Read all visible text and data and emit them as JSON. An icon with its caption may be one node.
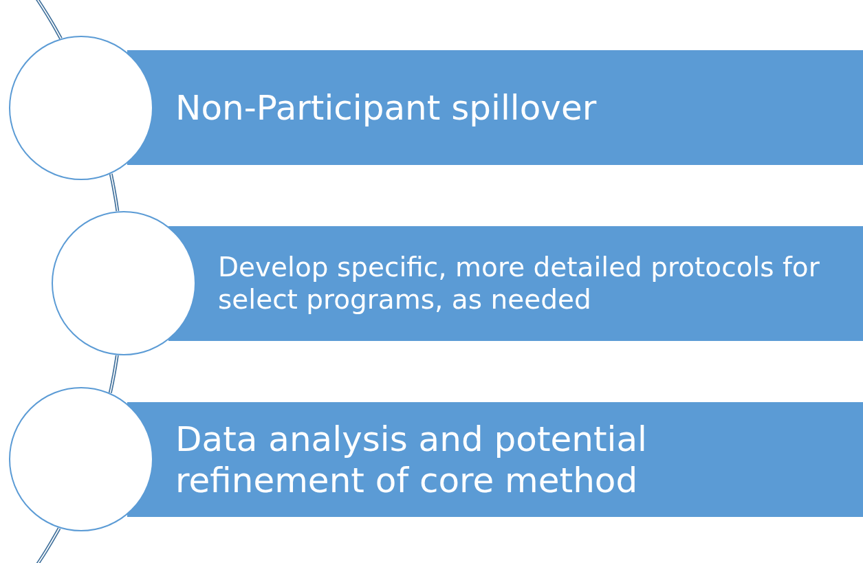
{
  "diagram": {
    "nodes": [
      {
        "text": [],
        "shape": "circle"
      },
      {
        "text": [
          "Non-Participant spillover"
        ]
      },
      {
        "text": [],
        "shape": "circle"
      },
      {
        "text": [
          "Develop specific, more detailed protocols for select programs, as needed"
        ]
      },
      {
        "text": [],
        "shape": "circle"
      },
      {
        "text": [
          "Data analysis and potential refinement of core method"
        ]
      }
    ],
    "edges": [
      {
        "from": null,
        "to": 0,
        "arrow": "none"
      },
      {
        "from": 0,
        "to": 2,
        "arrow": "none"
      },
      {
        "from": 2,
        "to": 4,
        "arrow": "none"
      },
      {
        "from": 4,
        "to": null,
        "arrow": "none"
      }
    ]
  }
}
